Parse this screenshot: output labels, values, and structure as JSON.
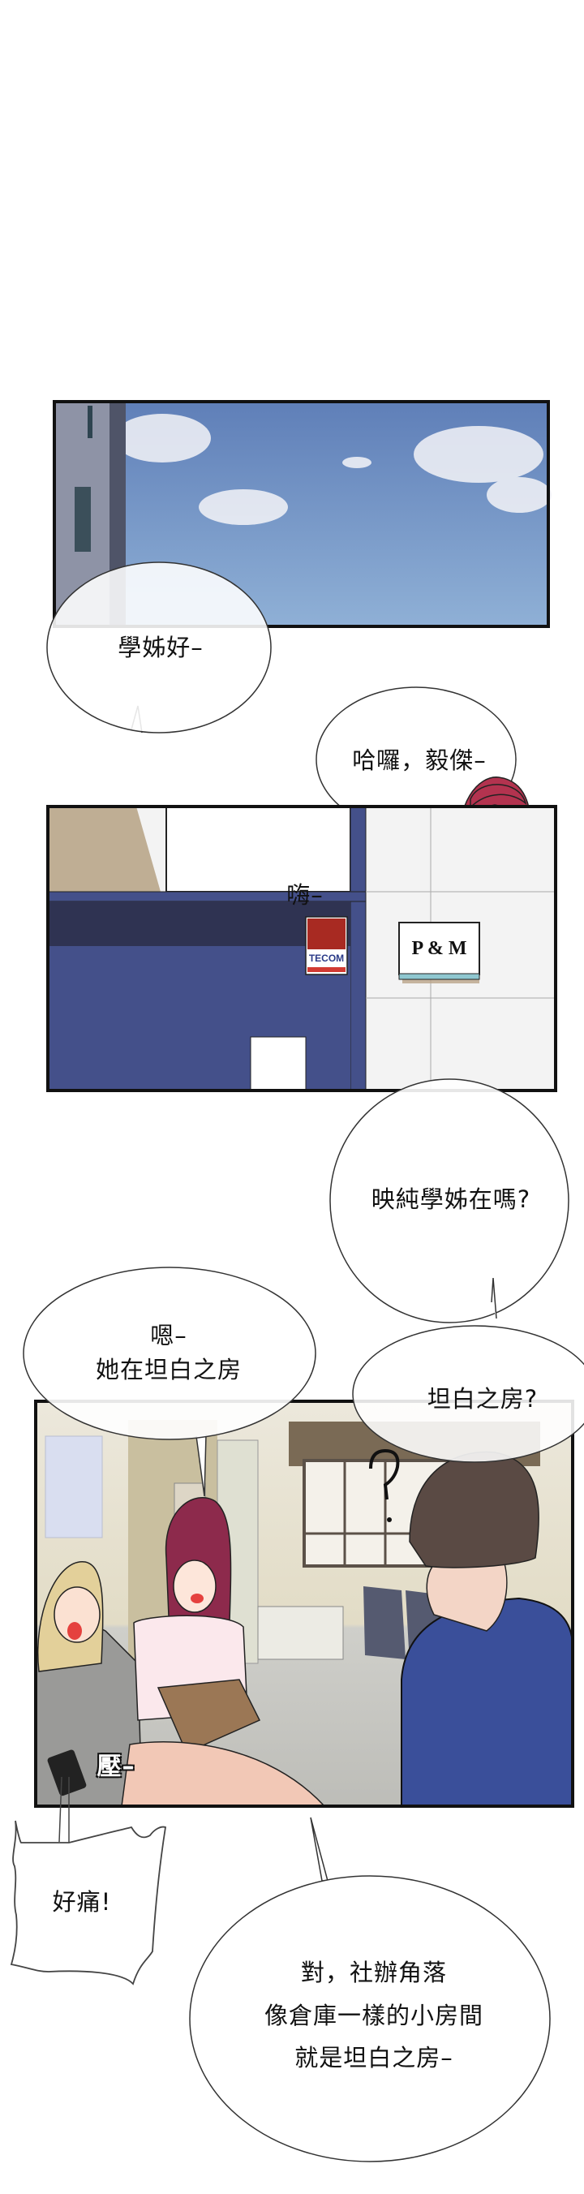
{
  "colors": {
    "sky": "#6f8fc4",
    "wall_blue": "#44508a",
    "wall_dark": "#2f3352",
    "hoodie": "#3a4f9a",
    "tecom_red": "#a82a22"
  },
  "panel_signs": {
    "tecom": "TECOM",
    "pm": "P & M"
  },
  "dialogue": {
    "greeting_senior": "學姊好–",
    "hello_yijie": "哈囉，毅傑–",
    "hi": "嗨–",
    "is_yingchun_here": "映純學姊在嗎?",
    "she_is_in_line1": "嗯–",
    "she_is_in_line2": "她在坦白之房",
    "confession_room_q": "坦白之房?",
    "sfx_press": "壓–",
    "ouch": "好痛!",
    "explain_line1": "對，社辦角落",
    "explain_line2": "像倉庫一樣的小房間",
    "explain_line3": "就是坦白之房–"
  }
}
